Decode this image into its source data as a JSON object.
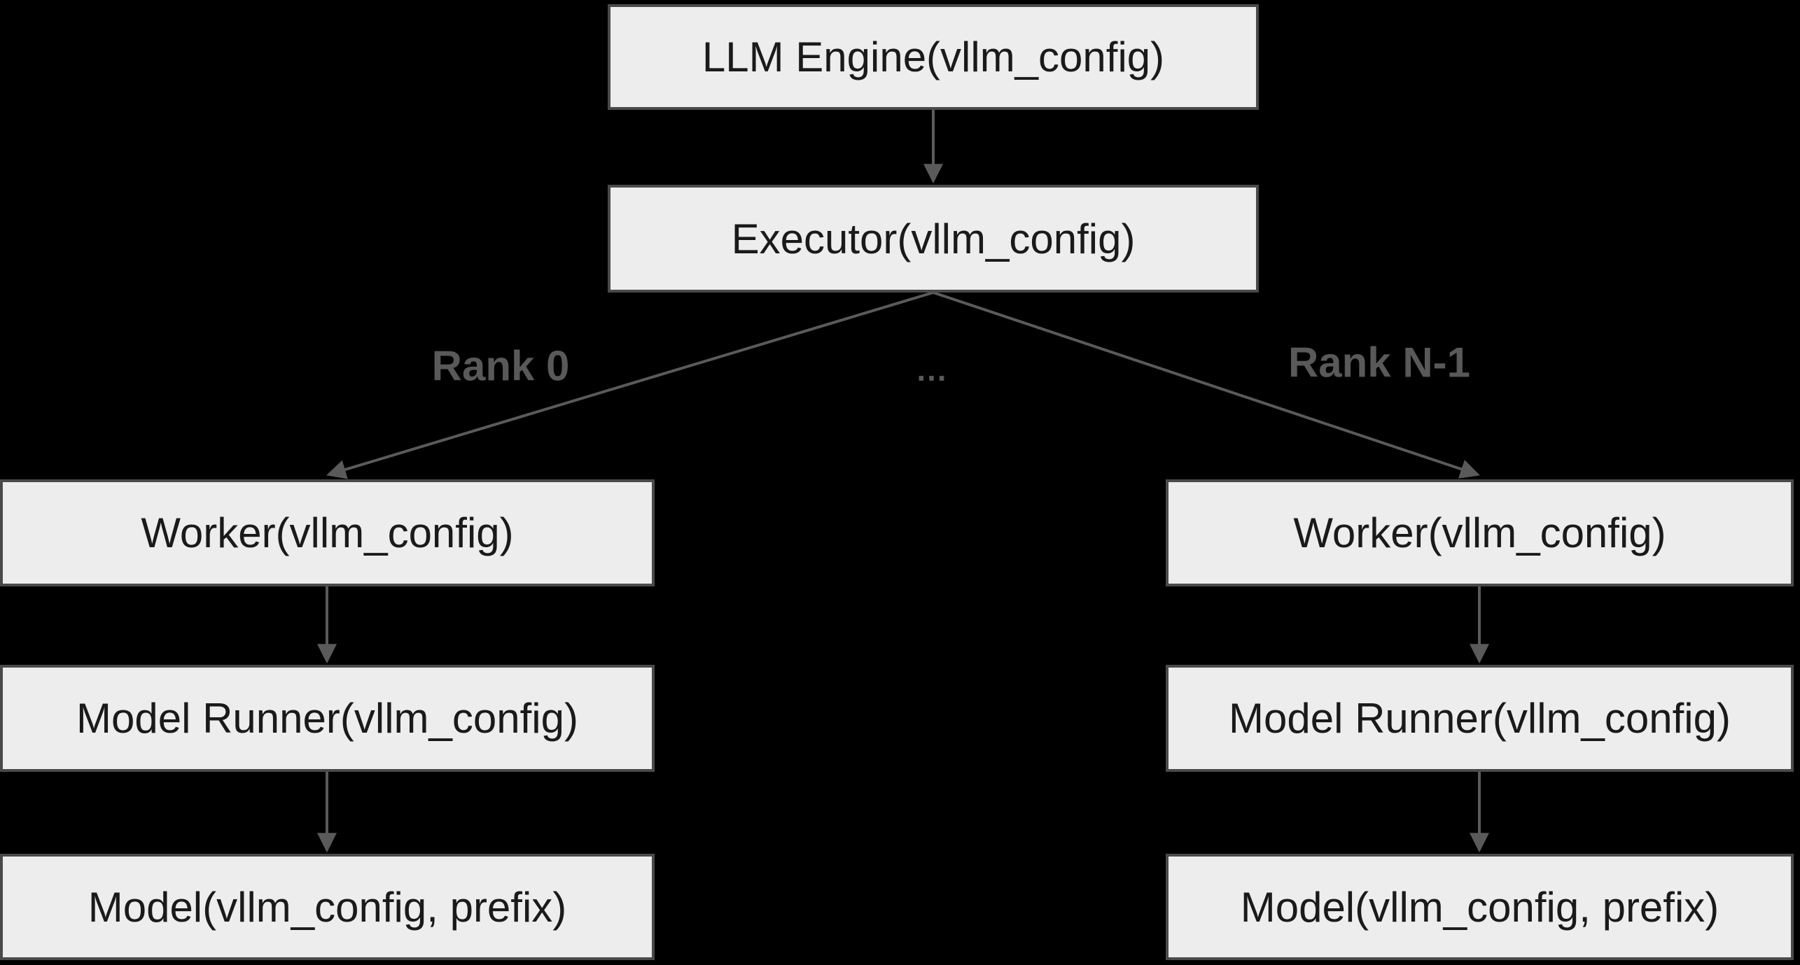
{
  "colors": {
    "background": "#000000",
    "box_fill": "#ededed",
    "box_border": "#4a4a4a",
    "box_text": "#1a1a1a",
    "connector": "#5a5a5a",
    "label_text": "#595959"
  },
  "diagram": {
    "nodes": [
      {
        "id": "llm_engine",
        "label": "LLM Engine(vllm_config)"
      },
      {
        "id": "executor",
        "label": "Executor(vllm_config)"
      },
      {
        "id": "worker_left",
        "label": "Worker(vllm_config)"
      },
      {
        "id": "model_runner_left",
        "label": "Model Runner(vllm_config)"
      },
      {
        "id": "model_left",
        "label": "Model(vllm_config, prefix)"
      },
      {
        "id": "worker_right",
        "label": "Worker(vllm_config)"
      },
      {
        "id": "model_runner_right",
        "label": "Model Runner(vllm_config)"
      },
      {
        "id": "model_right",
        "label": "Model(vllm_config, prefix)"
      }
    ],
    "edge_labels": {
      "rank_0": "Rank 0",
      "ellipsis": "…",
      "rank_n_1": "Rank N-1"
    },
    "edges": [
      {
        "from": "llm_engine",
        "to": "executor"
      },
      {
        "from": "executor",
        "to": "worker_left",
        "label": "Rank 0"
      },
      {
        "from": "executor",
        "to": "worker_right",
        "label": "Rank N-1"
      },
      {
        "from": "worker_left",
        "to": "model_runner_left"
      },
      {
        "from": "model_runner_left",
        "to": "model_left"
      },
      {
        "from": "worker_right",
        "to": "model_runner_right"
      },
      {
        "from": "model_runner_right",
        "to": "model_right"
      }
    ]
  }
}
